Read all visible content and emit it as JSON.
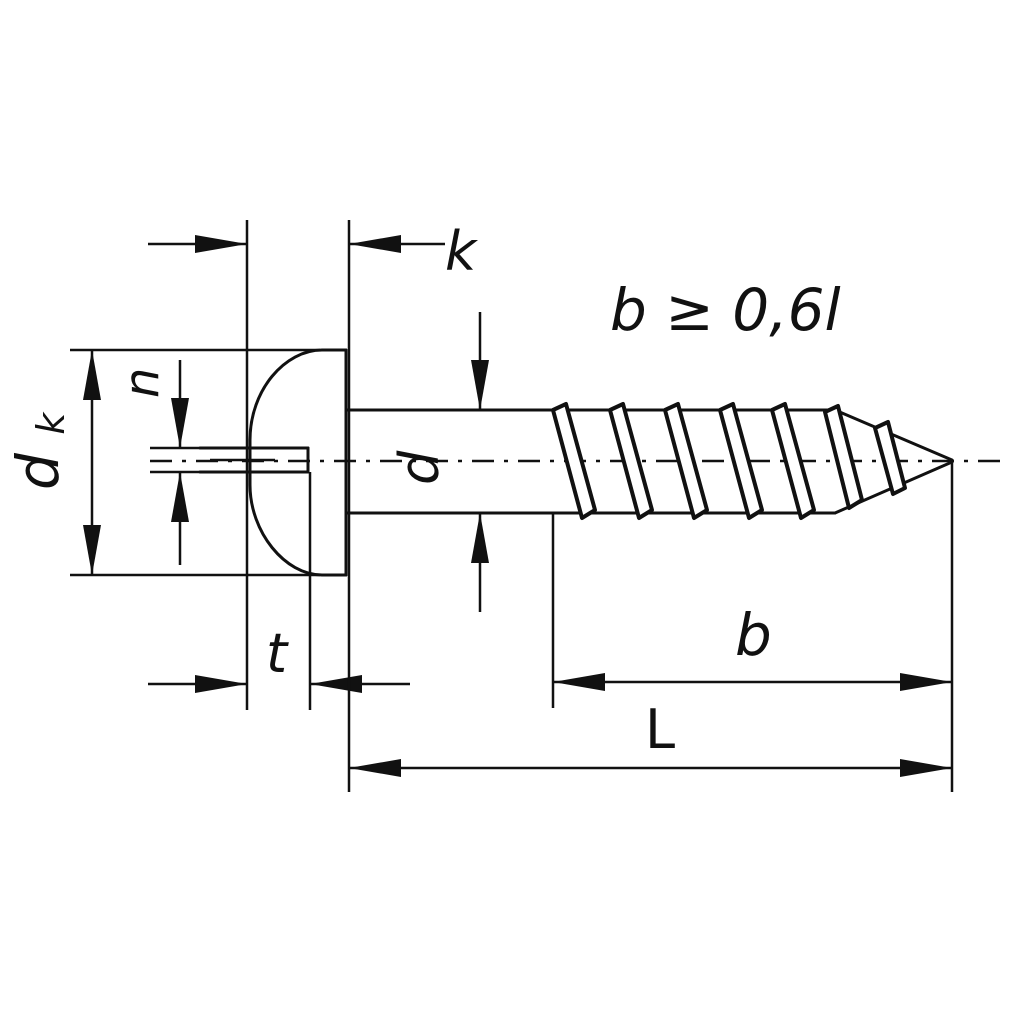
{
  "labels": {
    "k": "k",
    "formula": "b ≥ 0,6l",
    "dk_main": "d",
    "dk_sub": "k",
    "n": "n",
    "d": "d",
    "t": "t",
    "b": "b",
    "L": "L"
  },
  "colors": {
    "line": "#111111",
    "background": "#ffffff"
  }
}
